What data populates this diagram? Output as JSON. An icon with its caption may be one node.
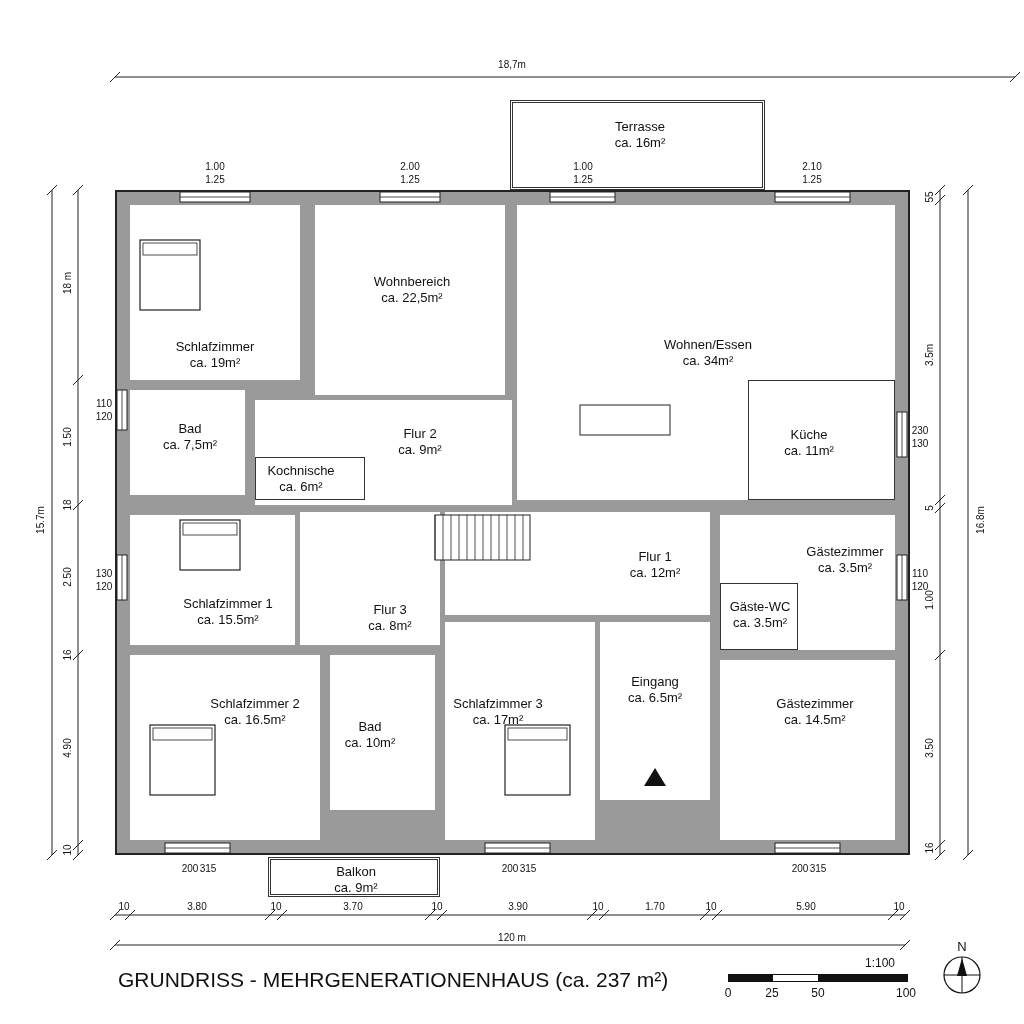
{
  "diagram": {
    "title": "GRUNDRISS - MEHRGENERATIONENHAUS (ca. 237 m²)",
    "nodes": [
      {
        "text": [
          "Terrasse",
          "ca. 16m²"
        ]
      },
      {
        "text": [
          "Schlafzimmer",
          "ca. 19m²"
        ]
      },
      {
        "text": [
          "Wohnbereich",
          "ca. 22,5m²"
        ]
      },
      {
        "text": [
          "Wohnen/Essen",
          "ca. 34m²"
        ]
      },
      {
        "text": [
          "Bad",
          "ca. 7,5m²"
        ]
      },
      {
        "text": [
          "Flur 2",
          "ca. 9m²"
        ]
      },
      {
        "text": [
          "Kochnische",
          "ca. 6m²"
        ],
        "in": 5
      },
      {
        "text": [
          "Küche",
          "ca. 11m²"
        ],
        "in": 3
      },
      {
        "text": [
          "Gästezimmer",
          "ca. 3.5m²"
        ]
      },
      {
        "text": [
          "Schlafzimmer 1",
          "ca. 15.5m²"
        ]
      },
      {
        "text": [
          "Flur 3",
          "ca. 8m²"
        ]
      },
      {
        "text": [
          "Flur 1",
          "ca. 12m²"
        ]
      },
      {
        "text": [
          "Gäste-WC",
          "ca. 3.5m²"
        ],
        "in": 8
      },
      {
        "text": [
          "Schlafzimmer 2",
          "ca. 16.5m²"
        ]
      },
      {
        "text": [
          "Bad",
          "ca. 10m²"
        ]
      },
      {
        "text": [
          "Schlafzimmer 3",
          "ca. 17m²"
        ]
      },
      {
        "text": [
          "Eingang",
          "ca. 6.5m²"
        ]
      },
      {
        "text": [
          "Gästezimmer",
          "ca. 14.5m²"
        ]
      },
      {
        "text": [
          "Balkon",
          "ca. 9m²"
        ]
      }
    ],
    "labels": [
      "18,7m",
      "1.00",
      "1.25",
      "2.00",
      "1.25",
      "1.00",
      "1.25",
      "2.10",
      "1.25",
      "15.7m",
      "18 m",
      "110",
      "120",
      "1.50",
      "18",
      "2.50",
      "130",
      "120",
      "16",
      "4.90",
      "10",
      "55",
      "3.5m",
      "230",
      "130",
      "5",
      "16.8m",
      "1.00",
      "110",
      "120",
      "3.50",
      "16",
      "200",
      "315",
      "200",
      "315",
      "200",
      "315",
      "10",
      "3.80",
      "10",
      "3.70",
      "10",
      "3.90",
      "10",
      "1.70",
      "10",
      "5.90",
      "10",
      "120 m",
      "1:100",
      "0",
      "25",
      "50",
      "100",
      "N"
    ]
  }
}
